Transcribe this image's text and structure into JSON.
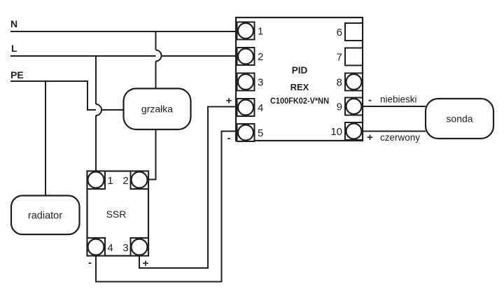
{
  "supply_lines": {
    "n_label": "N",
    "l_label": "L",
    "pe_label": "PE"
  },
  "pid_controller": {
    "type_label": "PID",
    "brand": "REX",
    "model": "C100FK02-V*NN",
    "pins": [
      "1",
      "2",
      "3",
      "4",
      "5",
      "6",
      "7",
      "8",
      "9",
      "10"
    ],
    "pin4_polarity": "+",
    "pin5_polarity": "-",
    "pin9_polarity": "-",
    "pin9_wire_label": "niebieski",
    "pin10_polarity": "+",
    "pin10_wire_label": "czerwony"
  },
  "ssr": {
    "label": "SSR",
    "terminals": [
      "1",
      "2",
      "3",
      "4"
    ],
    "terminal4_polarity": "-",
    "terminal3_polarity": "+"
  },
  "heater": {
    "label": "grzałka"
  },
  "radiator": {
    "label": "radiator"
  },
  "probe": {
    "label": "sonda"
  },
  "colors": {
    "line": "#1f1f1f",
    "background": "#ffffff"
  }
}
